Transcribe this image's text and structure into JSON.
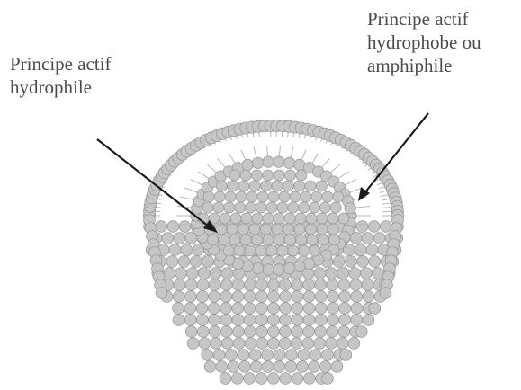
{
  "labels": {
    "hydrophilic": {
      "line1": "Principe actif",
      "line2": "hydrophile"
    },
    "hydrophobic": {
      "line1": "Principe actif",
      "line2": "hydrophobe ou",
      "line3": "amphiphile"
    }
  },
  "colors": {
    "head_fill": "#c6c6c6",
    "head_stroke": "#9a9a9a",
    "tail": "#b8b8b8",
    "core": "#ffffff",
    "arrow": "#1a1a1a",
    "text": "#4a4a4a"
  }
}
